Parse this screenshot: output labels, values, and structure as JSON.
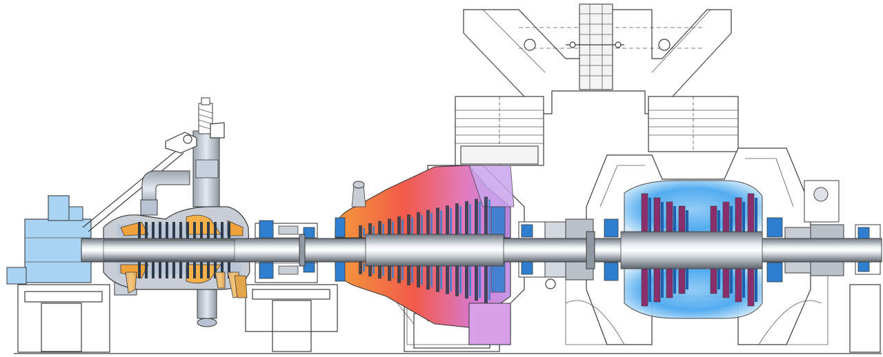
{
  "diagram": {
    "kind": "steam turbine cross-section",
    "colors": {
      "hp_steam": "#f08a3c",
      "ip_steam_hot": "#f25a4a",
      "ip_steam_cool": "#b488e0",
      "lp_steam": "#4aa8f0",
      "bearing_blue": "#2f7fd0",
      "shaft_grey": "#9aa3ad",
      "casing_grey": "#c9ced6",
      "housing_blue": "#a9d3f2",
      "valve_tan": "#e3a64a",
      "linework": "#3a3a3a"
    },
    "sections": [
      {
        "id": "front-bearing-pedestal",
        "icon": "pedestal-icon"
      },
      {
        "id": "hp-turbine",
        "icon": "turbine-icon"
      },
      {
        "id": "hp-ip-bearing",
        "icon": "bearing-icon"
      },
      {
        "id": "ip-turbine",
        "icon": "turbine-icon"
      },
      {
        "id": "lp-turbine",
        "icon": "turbine-icon"
      },
      {
        "id": "crossover-pipe",
        "icon": "pipe-icon"
      },
      {
        "id": "valve-actuator",
        "icon": "valve-icon"
      },
      {
        "id": "rear-coupling",
        "icon": "coupling-icon"
      }
    ]
  }
}
